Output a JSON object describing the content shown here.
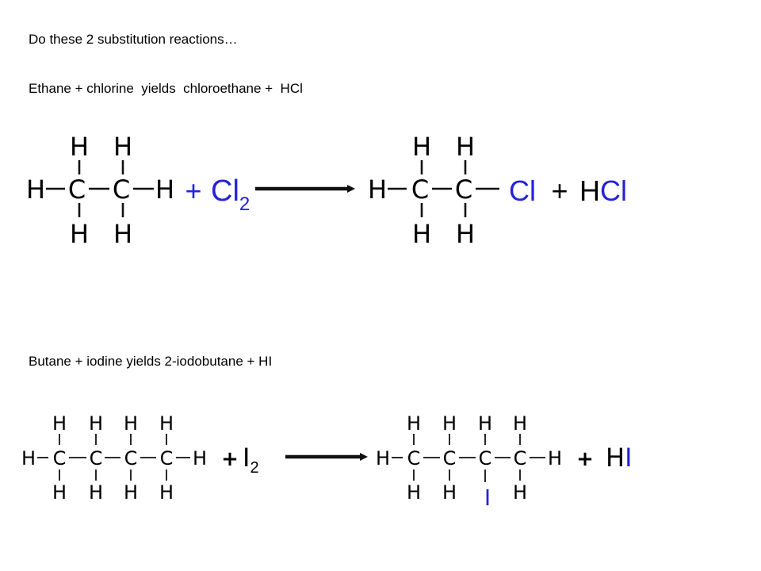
{
  "slide": {
    "title": "Do these 2 substitution reactions…",
    "reaction1_caption": "Ethane + chlorine  yields  chloroethane +  HCl",
    "reaction2_caption": "Butane + iodine yields 2-iodobutane + HI"
  },
  "atoms": {
    "hydrogen": "H",
    "carbon": "C",
    "chlorine": "Cl",
    "iodine": "I"
  },
  "reaction1": {
    "plus": "+",
    "reagent_symbol": "Cl",
    "reagent_subscript": "2",
    "product_substituent": "Cl",
    "byproduct_h": "H",
    "byproduct_x": "Cl"
  },
  "reaction2": {
    "plus": "+",
    "reagent_symbol": "I",
    "reagent_subscript": "2",
    "product_substituent": "I",
    "byproduct_h": "H",
    "byproduct_x": "I"
  },
  "colors": {
    "highlight": "#2323d8",
    "text": "#000000"
  }
}
